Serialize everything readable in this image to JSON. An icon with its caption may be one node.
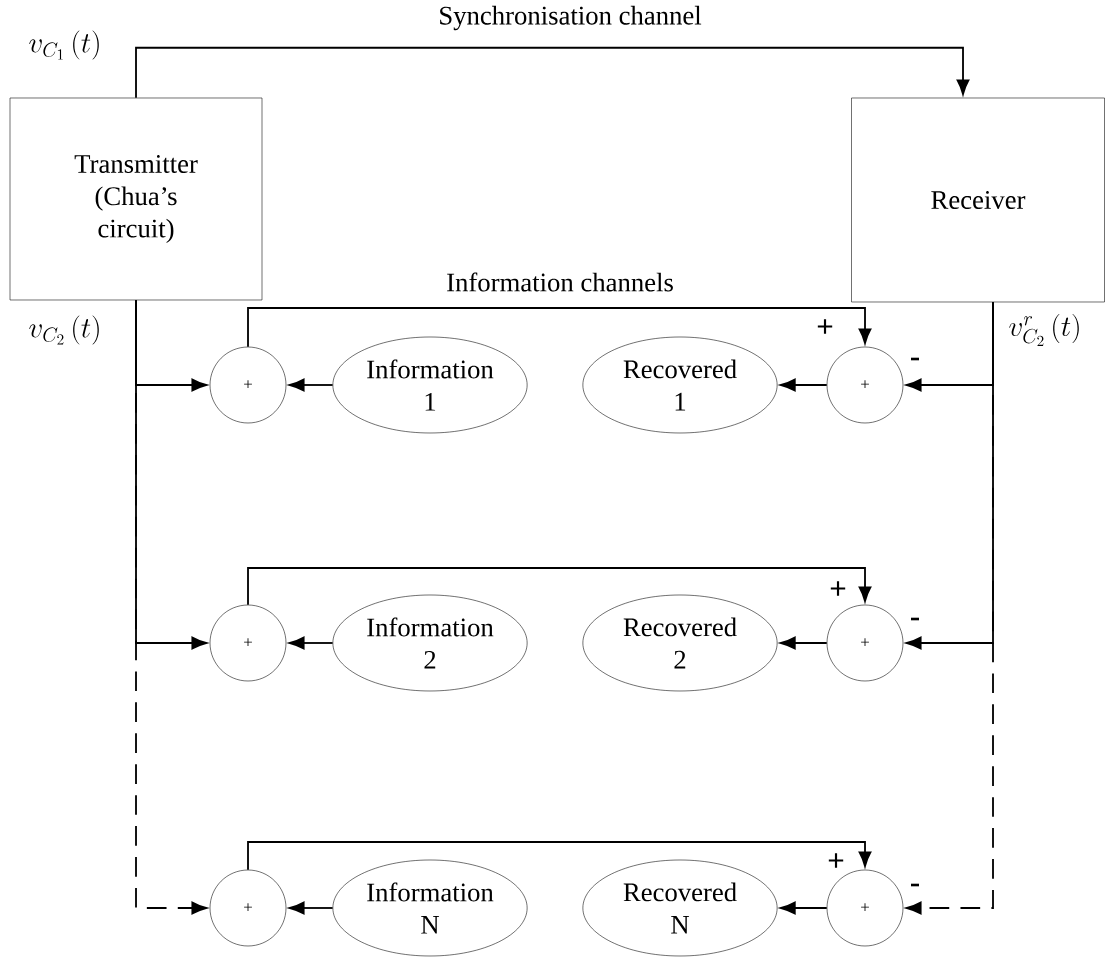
{
  "diagram": {
    "nodes": [
      {
        "text": [
          "Transmitter (Chua’s circuit)"
        ]
      },
      {
        "text": [
          "Receiver"
        ]
      },
      {
        "text": [
          "+"
        ]
      },
      {
        "text": [
          "Information 1"
        ]
      },
      {
        "text": [
          "Recovered 1"
        ]
      },
      {
        "text": [
          "+"
        ]
      },
      {
        "text": [
          "+"
        ]
      },
      {
        "text": [
          "Information 2"
        ]
      },
      {
        "text": [
          "Recovered 2"
        ]
      },
      {
        "text": [
          "+"
        ]
      },
      {
        "text": [
          "+"
        ]
      },
      {
        "text": [
          "Information N"
        ]
      },
      {
        "text": [
          "Recovered N"
        ]
      },
      {
        "text": [
          "+"
        ]
      }
    ],
    "edges": [
      {
        "from": 0,
        "to": 1,
        "arrow": "to",
        "label": "Synchronisation channel"
      },
      {
        "from": 0,
        "to": 2,
        "arrow": "to"
      },
      {
        "from": 0,
        "to": 6,
        "arrow": "to"
      },
      {
        "from": 0,
        "to": 10,
        "arrow": "to",
        "style": "dashed"
      },
      {
        "from": 3,
        "to": 2,
        "arrow": "to"
      },
      {
        "from": 2,
        "to": 5,
        "arrow": "to",
        "label": "Information channels"
      },
      {
        "from": 5,
        "to": 4,
        "arrow": "to"
      },
      {
        "from": 1,
        "to": 5,
        "arrow": "to"
      },
      {
        "from": 7,
        "to": 6,
        "arrow": "to"
      },
      {
        "from": 6,
        "to": 9,
        "arrow": "to"
      },
      {
        "from": 9,
        "to": 8,
        "arrow": "to"
      },
      {
        "from": 1,
        "to": 9,
        "arrow": "to"
      },
      {
        "from": 11,
        "to": 10,
        "arrow": "to"
      },
      {
        "from": 10,
        "to": 13,
        "arrow": "to"
      },
      {
        "from": 13,
        "to": 12,
        "arrow": "to"
      },
      {
        "from": 1,
        "to": 13,
        "arrow": "to",
        "style": "dashed"
      }
    ],
    "labels": [
      "v_{C_1}\\,(t)",
      "v_{C_2}\\,(t)",
      "+",
      "v^{r}_{C_2}\\,(t)",
      "-",
      "+",
      "-",
      "+",
      "-"
    ]
  }
}
